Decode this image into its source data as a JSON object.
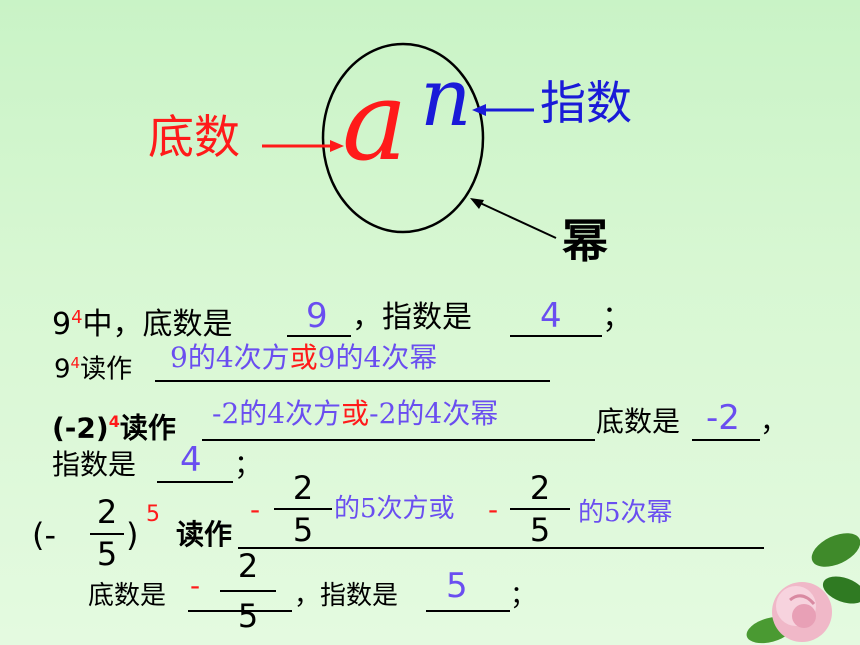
{
  "diagram": {
    "base_letter": "a",
    "exponent_letter": "n",
    "label_base": "底数",
    "label_exponent": "指数",
    "label_power": "幂",
    "colors": {
      "red": "#ff1a1a",
      "blue": "#1a1ad8",
      "purple": "#6a4ef0"
    }
  },
  "line1": {
    "base": "9",
    "exp": "4",
    "t1": "中，底数是",
    "ans1": "9",
    "t2": "，指数是",
    "ans2": "4",
    "t3": "；"
  },
  "line2": {
    "base": "9",
    "exp": "4",
    "t1": "读作",
    "ans_a": "9的4次方",
    "ans_or": "或",
    "ans_b": "9的4次幂"
  },
  "line3": {
    "base": "(-2)",
    "exp": "4",
    "t1": "读作",
    "ans_a": "-2的4次方",
    "ans_or": "或",
    "ans_b": "-2的4次幂",
    "t2": "底数是",
    "ans_base": "-2",
    "t3": "，"
  },
  "line4": {
    "t1": "指数是",
    "ans": "4",
    "t2": "；"
  },
  "line5": {
    "open": "(-",
    "num": "2",
    "den": "5",
    "close": ")",
    "exp": "5",
    "t1": "读作",
    "minus": "-",
    "ans_mid": "的5次方或",
    "ans_end": "的5次幂"
  },
  "line6": {
    "t1": "底数是",
    "minus": "-",
    "num": "2",
    "den": "5",
    "t2": "，指数是",
    "ans": "5",
    "t3": "；"
  }
}
